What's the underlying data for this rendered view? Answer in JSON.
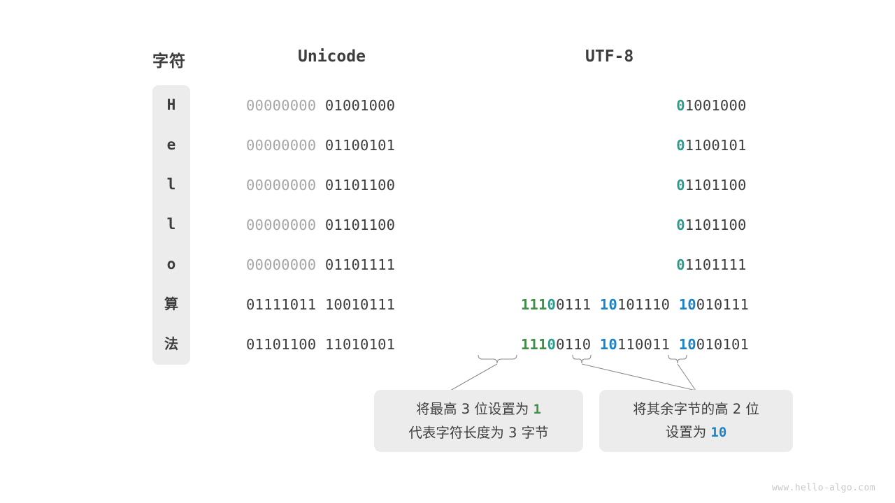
{
  "headers": {
    "char": "字符",
    "unicode": "Unicode",
    "utf8": "UTF-8"
  },
  "colors": {
    "panel_bg": "#ececec",
    "text": "#3d3d3d",
    "dim": "#a6a6a6",
    "teal": "#2e9b8c",
    "green": "#3f8f46",
    "blue": "#1b84c8",
    "watermark": "#c8c8c8"
  },
  "rows": [
    {
      "char": "H",
      "unicode_high": "00000000",
      "unicode_low": "01001000",
      "utf8_bytes": [
        {
          "prefix": "0",
          "prefix_color": "teal",
          "rest": "1001000"
        }
      ]
    },
    {
      "char": "e",
      "unicode_high": "00000000",
      "unicode_low": "01100101",
      "utf8_bytes": [
        {
          "prefix": "0",
          "prefix_color": "teal",
          "rest": "1100101"
        }
      ]
    },
    {
      "char": "l",
      "unicode_high": "00000000",
      "unicode_low": "01101100",
      "utf8_bytes": [
        {
          "prefix": "0",
          "prefix_color": "teal",
          "rest": "1101100"
        }
      ]
    },
    {
      "char": "l",
      "unicode_high": "00000000",
      "unicode_low": "01101100",
      "utf8_bytes": [
        {
          "prefix": "0",
          "prefix_color": "teal",
          "rest": "1101100"
        }
      ]
    },
    {
      "char": "o",
      "unicode_high": "00000000",
      "unicode_low": "01101111",
      "utf8_bytes": [
        {
          "prefix": "0",
          "prefix_color": "teal",
          "rest": "1101111"
        }
      ]
    },
    {
      "char": "算",
      "unicode_high": "01111011",
      "unicode_low": "10010111",
      "utf8_bytes": [
        {
          "prefix": "111",
          "prefix_color": "green",
          "prefix2": "0",
          "prefix2_color": "teal",
          "rest": "0111"
        },
        {
          "prefix": "10",
          "prefix_color": "blue",
          "rest": "101110"
        },
        {
          "prefix": "10",
          "prefix_color": "blue",
          "rest": "010111"
        }
      ]
    },
    {
      "char": "法",
      "unicode_high": "01101100",
      "unicode_low": "11010101",
      "utf8_bytes": [
        {
          "prefix": "111",
          "prefix_color": "green",
          "prefix2": "0",
          "prefix2_color": "teal",
          "rest": "0110"
        },
        {
          "prefix": "10",
          "prefix_color": "blue",
          "rest": "110011"
        },
        {
          "prefix": "10",
          "prefix_color": "blue",
          "rest": "010101"
        }
      ]
    }
  ],
  "callouts": [
    {
      "line1_pre": "将最高 3 位设置为 ",
      "line1_hl": "1",
      "line1_hl_color": "green",
      "line2": "代表字符长度为 3 字节"
    },
    {
      "line1": "将其余字节的高 2 位",
      "line2_pre": "设置为 ",
      "line2_hl": "10",
      "line2_hl_color": "blue"
    }
  ],
  "watermark": "www.hello-algo.com"
}
